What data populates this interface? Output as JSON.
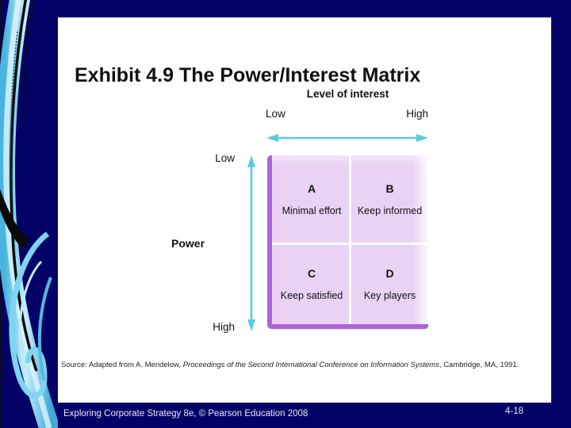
{
  "slide": {
    "title": "Exhibit 4.9 The Power/Interest Matrix",
    "diagram": {
      "x_axis": {
        "title": "Level of interest",
        "low": "Low",
        "high": "High"
      },
      "y_axis": {
        "title": "Power",
        "low": "Low",
        "high": "High"
      },
      "quadrants": [
        {
          "letter": "A",
          "label": "Minimal effort"
        },
        {
          "letter": "B",
          "label": "Keep informed"
        },
        {
          "letter": "C",
          "label": "Keep satisfied"
        },
        {
          "letter": "D",
          "label": "Key players"
        }
      ]
    },
    "source": {
      "prefix": "Source: Adapted from A. Mendelow, ",
      "italic": "Proceedings of the Second International Conference on Information Systems",
      "suffix": ", Cambridge, MA, 1991."
    },
    "footer": {
      "left": "Exploring Corporate Strategy 8e, © Pearson Education 2008",
      "page": "4-18"
    }
  },
  "colors": {
    "background_navy": "#020267",
    "slide_white": "#ffffff",
    "arrow_cyan": "#5bcdda",
    "matrix_lavender": "#e9d2f3",
    "matrix_border_purple": "#ae63d8",
    "swirl_cyan": "#6fd0ef",
    "text_black": "#111111",
    "footer_text": "#e8e8ee"
  }
}
